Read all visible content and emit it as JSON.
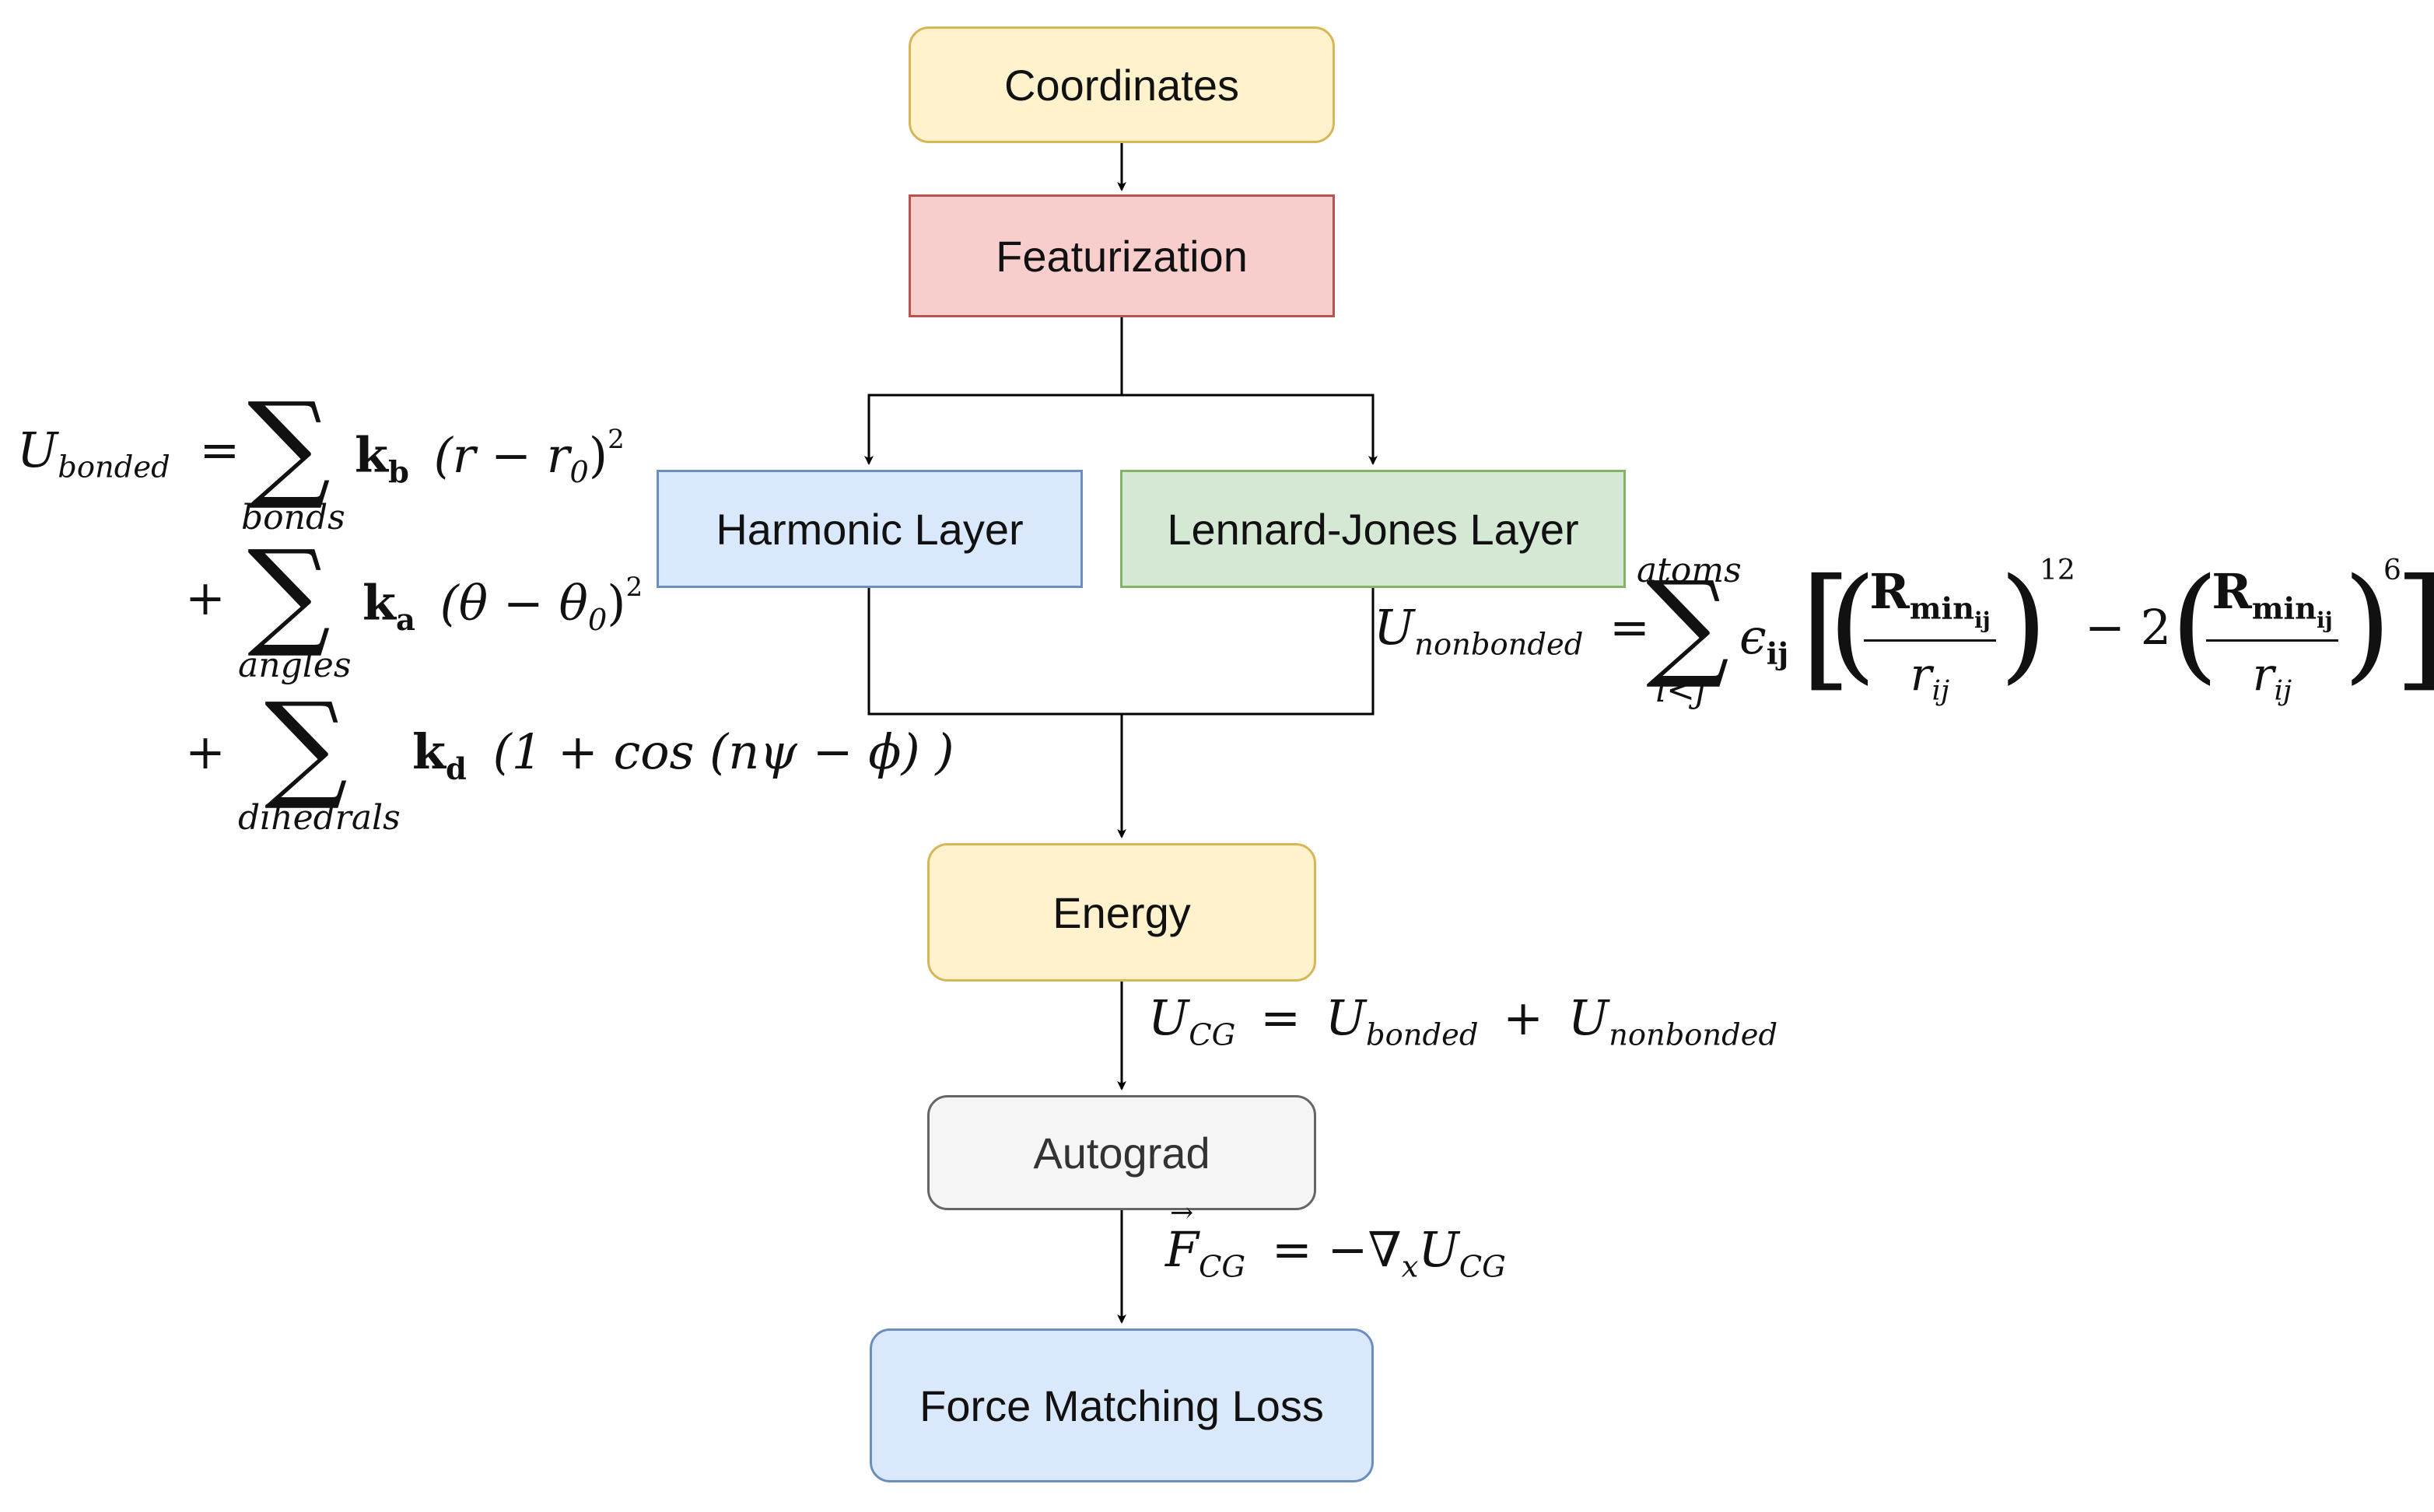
{
  "colors": {
    "yellow_fill": "#fff2cc",
    "yellow_stroke": "#d6b656",
    "red_fill": "#f8cecc",
    "red_stroke": "#b85450",
    "blue_fill": "#dae8fc",
    "blue_stroke": "#6c8ebf",
    "green_fill": "#d5e8d4",
    "green_stroke": "#82b366",
    "gray_fill": "#f5f5f5",
    "gray_stroke": "#666666",
    "line": "#000000"
  },
  "nodes": {
    "coordinates": "Coordinates",
    "featurization": "Featurization",
    "harmonic": "Harmonic Layer",
    "lennard_jones": "Lennard-Jones Layer",
    "energy": "Energy",
    "autograd": "Autograd",
    "loss": "Force Matching Loss"
  },
  "equations": {
    "bonded": {
      "lhs_symbol": "U",
      "lhs_sub": "bonded",
      "eq": "=",
      "plus": "+",
      "sum_sym": "∑",
      "bonds_sub": "bonds",
      "angles_sub": "angles",
      "dihedrals_sub": "dihedrals",
      "kb": "k",
      "kb_sub": "b",
      "bond_term": "(r − r",
      "bond_zero": "0",
      "bond_close": ")",
      "sq": "2",
      "ka": "k",
      "ka_sub": "a",
      "angle_term": "(θ − θ",
      "angle_zero": "0",
      "angle_close": ")",
      "kd": "k",
      "kd_sub": "d",
      "dihedral_term": "(1 + cos (nψ − ϕ) )"
    },
    "nonbonded": {
      "lhs_symbol": "U",
      "lhs_sub": "nonbonded",
      "eq": "=",
      "sum_sym": "∑",
      "upper": "atoms",
      "lower": "i<j",
      "eps": "ϵ",
      "eps_sub": "ij",
      "rmin": "R",
      "rmin_sub": "min",
      "rmin_subsub": "ij",
      "rij": "r",
      "rij_sub": "ij",
      "exp12": "12",
      "minus_two": "− 2",
      "exp6": "6",
      "lbracket": "[",
      "rbracket": "]",
      "lparen": "(",
      "rparen": ")"
    },
    "total": {
      "lhs": "U",
      "lhs_sub": "CG",
      "eq": "=",
      "t1": "U",
      "t1_sub": "bonded",
      "plus": "+",
      "t2": "U",
      "t2_sub": "nonbonded"
    },
    "force": {
      "lhs": "F",
      "arrow": "→",
      "lhs_sub": "CG",
      "eq": "= −∇",
      "nabla_sub": "x",
      "rhs": "U",
      "rhs_sub": "CG"
    }
  }
}
